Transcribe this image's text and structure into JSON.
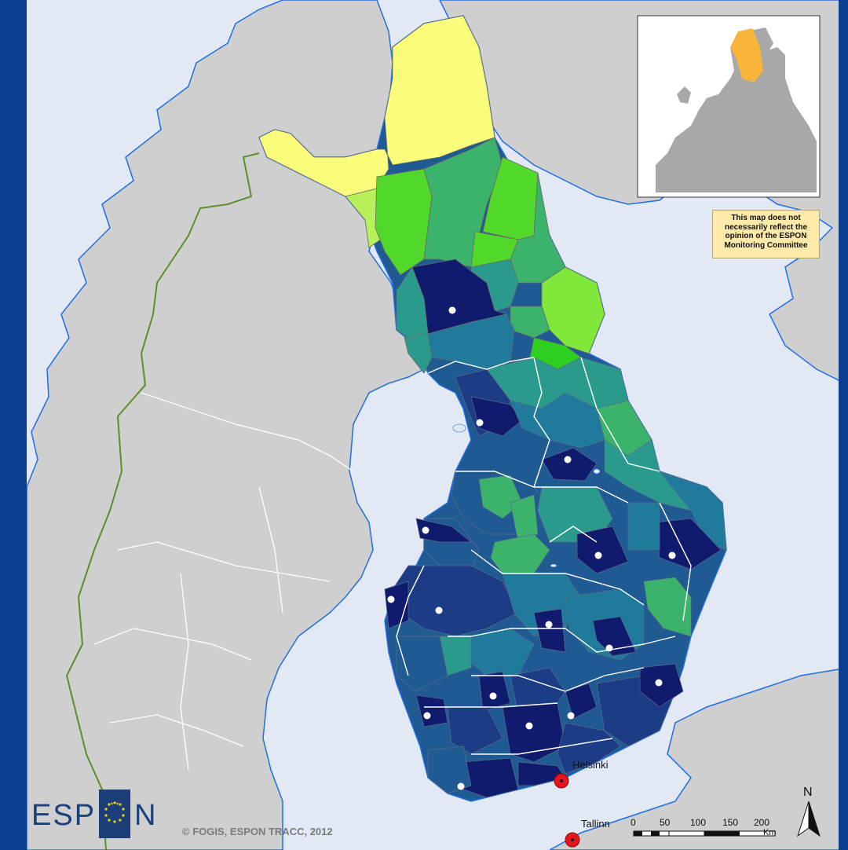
{
  "disclaimer": {
    "line1": "This map does not",
    "line2": "necessarily reflect the",
    "line3": "opinion of the ESPON",
    "line4": "Monitoring Committee"
  },
  "copyright": "© FOGIS, ESPON TRACC, 2012",
  "logo": {
    "left": "ESP",
    "right": "N"
  },
  "cities": {
    "helsinki": "Helsinki",
    "tallinn": "Tallinn"
  },
  "scale": {
    "labels": [
      "0",
      "50",
      "100",
      "150",
      "200"
    ],
    "unit": "Km"
  },
  "north": "N",
  "colors": {
    "frame": "#0b3e8f",
    "sea": "#e3e8f5",
    "land": "#cfcfcf",
    "coast": "#1f6fe0",
    "border": "#5b8f2a",
    "class_1": "#fafc7c",
    "class_2": "#b8f05a",
    "class_3": "#52d82a",
    "class_4": "#3cb36a",
    "class_5": "#2a9a8c",
    "class_6": "#1f7a9c",
    "class_7": "#205a92",
    "class_8": "#1c3c86",
    "class_9": "#101b6e",
    "inset_highlight": "#f9b43a",
    "city_marker": "#e8141c"
  }
}
